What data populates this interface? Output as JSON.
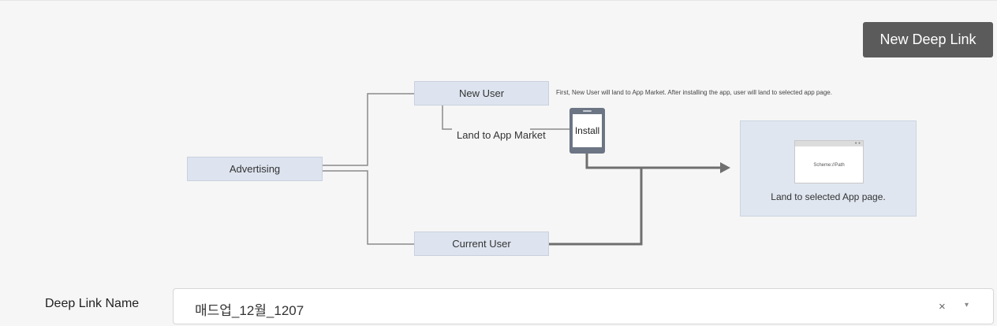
{
  "toolbar": {
    "new_deep_link_label": "New Deep Link"
  },
  "diagram": {
    "advertising": "Advertising",
    "new_user": "New User",
    "current_user": "Current User",
    "note": "First, New User will land to App Market. After installing the app, user will land to selected app page.",
    "land_to_app_market": "Land to App Market",
    "install": "Install",
    "scheme": "Scheme://Path",
    "land_to_selected": "Land to selected App page."
  },
  "form": {
    "deep_link_name_label": "Deep Link Name",
    "deep_link_name_value": "매드업_12월_1207",
    "clear_icon": "×",
    "dropdown_icon": "▾"
  },
  "colors": {
    "button_bg": "#5b5b5b",
    "node_bg": "#dde4ef",
    "connector": "#7c7c7c",
    "phone": "#6c7584"
  }
}
